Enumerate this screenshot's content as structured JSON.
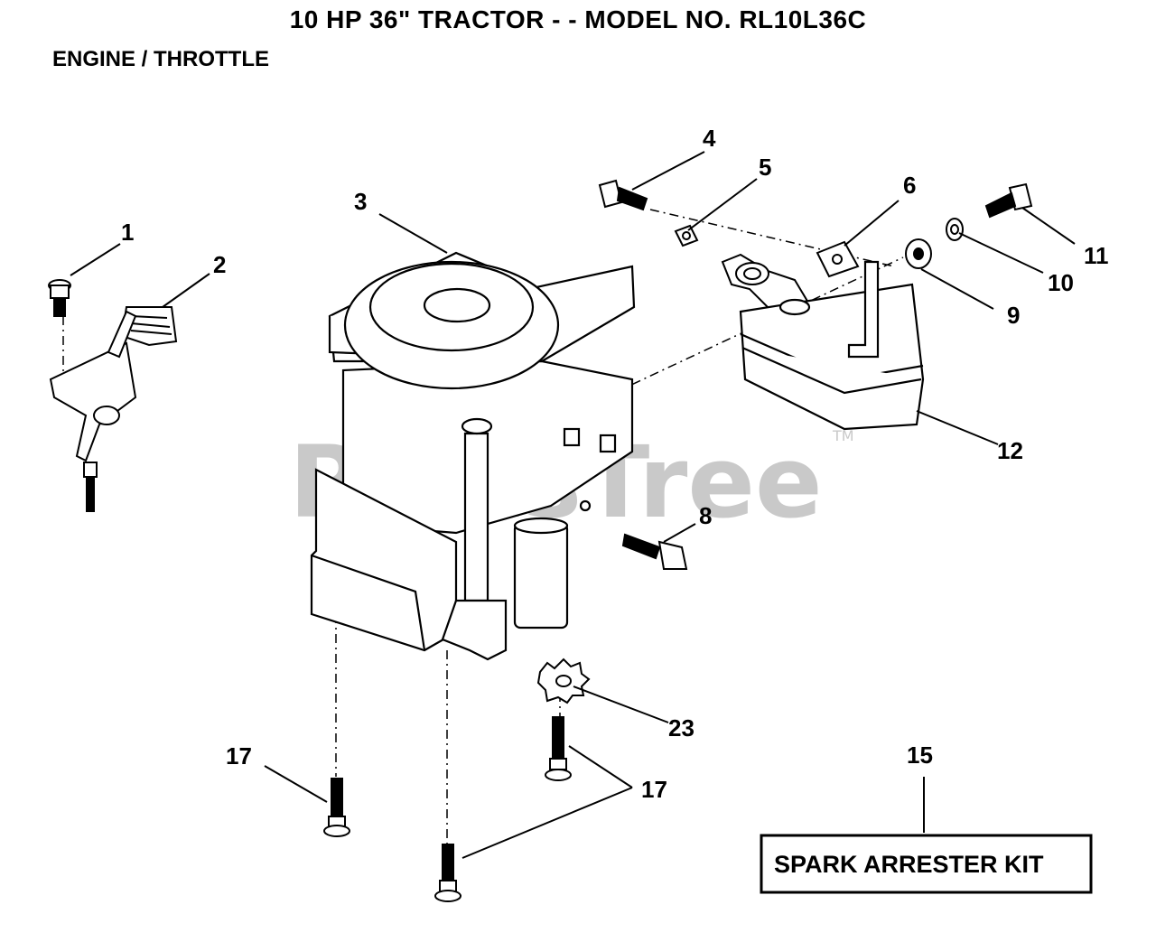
{
  "header": {
    "title": "10 HP 36\" TRACTOR - - MODEL NO. RL10L36C",
    "subtitle": "ENGINE / THROTTLE"
  },
  "watermark": {
    "text": "PartsTree",
    "tm": "TM"
  },
  "callouts": {
    "c1": "1",
    "c2": "2",
    "c3": "3",
    "c4": "4",
    "c5": "5",
    "c6": "6",
    "c8": "8",
    "c9": "9",
    "c10": "10",
    "c11": "11",
    "c12": "12",
    "c15": "15",
    "c17a": "17",
    "c17b": "17",
    "c23": "23"
  },
  "kit": {
    "label": "SPARK ARRESTER KIT"
  }
}
